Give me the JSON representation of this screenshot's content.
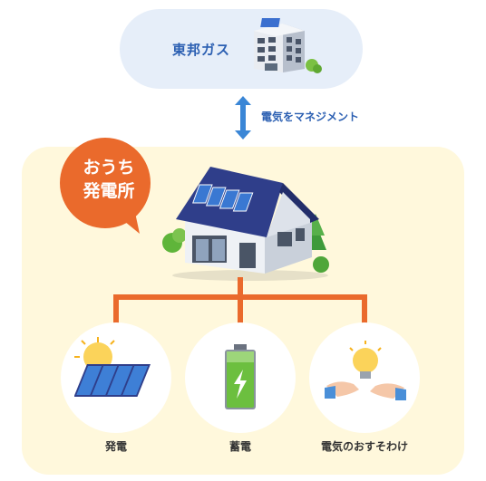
{
  "top": {
    "company": "東邦ガス"
  },
  "arrow": {
    "label": "電気をマネジメント"
  },
  "bubble": {
    "line1": "おうち",
    "line2": "発電所"
  },
  "items": [
    {
      "label": "発電",
      "icon": "solar-panel-icon"
    },
    {
      "label": "蓄電",
      "icon": "battery-icon"
    },
    {
      "label": "電気のおすそわけ",
      "icon": "sharing-hands-icon"
    }
  ],
  "colors": {
    "blue": "#2b5fb2",
    "orange": "#ea6a2c",
    "light_blue_bg": "#e6eef9",
    "yellow_bg": "#fff8dc",
    "green": "#6cbf3f"
  }
}
